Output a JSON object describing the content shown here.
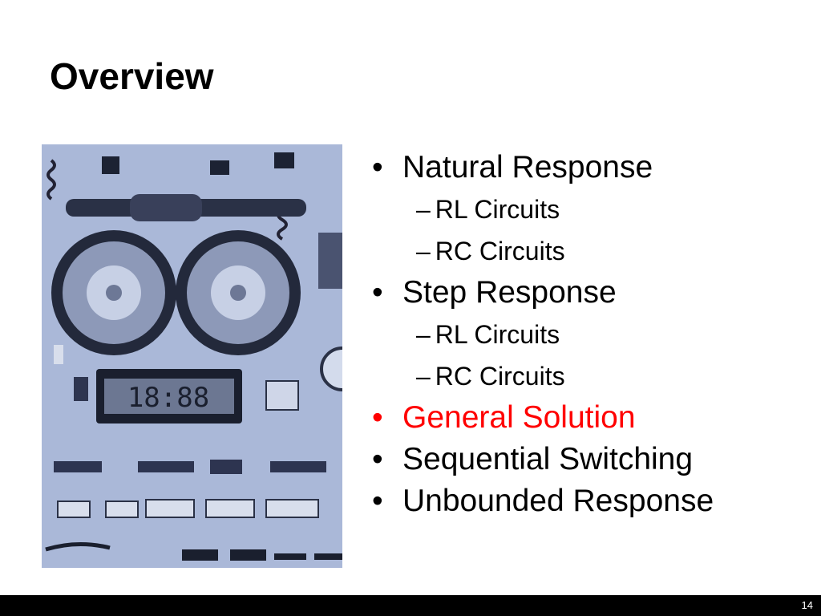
{
  "slide": {
    "title": "Overview",
    "page_number": "14"
  },
  "bullets": [
    {
      "text": "Natural Response",
      "level": 1,
      "highlight": false
    },
    {
      "text": "RL Circuits",
      "level": 2,
      "highlight": false
    },
    {
      "text": "RC Circuits",
      "level": 2,
      "highlight": false
    },
    {
      "text": "Step Response",
      "level": 1,
      "highlight": false
    },
    {
      "text": "RL Circuits",
      "level": 2,
      "highlight": false
    },
    {
      "text": "RC Circuits",
      "level": 2,
      "highlight": false
    },
    {
      "text": "General Solution",
      "level": 1,
      "highlight": true
    },
    {
      "text": "Sequential Switching",
      "level": 1,
      "highlight": false
    },
    {
      "text": "Unbounded Response",
      "level": 1,
      "highlight": false
    }
  ],
  "bullet_symbols": {
    "level1": "•",
    "level2": "–"
  },
  "colors": {
    "text": "#000000",
    "highlight": "#ff0000",
    "footer_bg": "#000000",
    "photo_tint": "#a9b7d7"
  },
  "photo": {
    "display_text": "18:88",
    "icon": "electronic-components-photo"
  }
}
